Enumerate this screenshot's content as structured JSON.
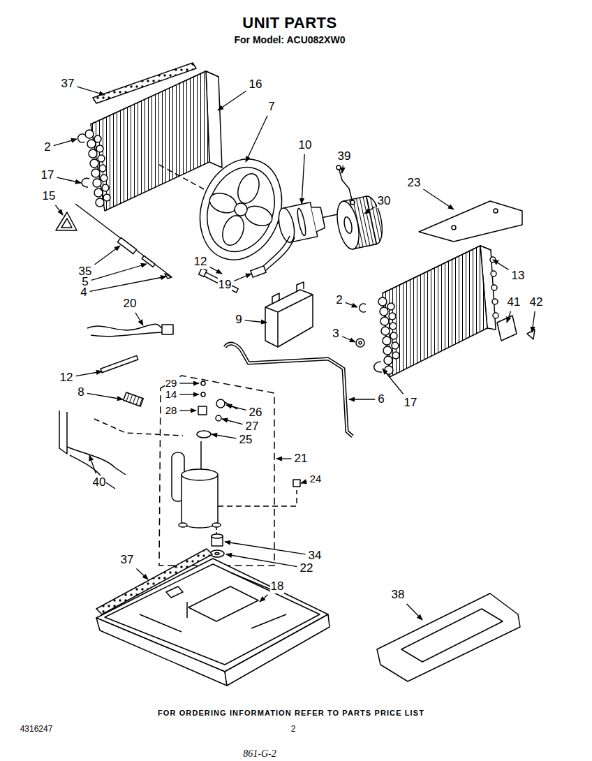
{
  "diagram": {
    "title": "UNIT PARTS",
    "caption": "FOR ORDERING INFORMATION REFER TO PARTS PRICE LIST",
    "labels": [
      "For Model: ACU082XW0",
      "37",
      "16",
      "7",
      "10",
      "39",
      "2",
      "23",
      "30",
      "17",
      "15",
      "12",
      "35",
      "5",
      "4",
      "13",
      "41",
      "42",
      "19",
      "2",
      "9",
      "20",
      "3",
      "12",
      "29",
      "8",
      "14",
      "6",
      "17",
      "28",
      "26",
      "27",
      "25",
      "21",
      "24",
      "40",
      "34",
      "22",
      "37",
      "18",
      "38",
      "4316247",
      "2",
      "861-G-2"
    ]
  }
}
